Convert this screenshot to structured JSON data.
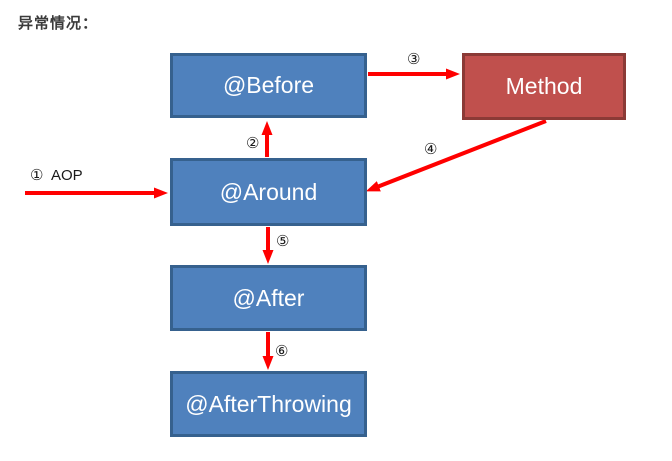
{
  "title": "异常情况：",
  "colors": {
    "node_blue_fill": "#4f81bd",
    "node_blue_border": "#36618e",
    "node_red_fill": "#c0504d",
    "node_red_border": "#8b3a36",
    "arrow": "#ff0000"
  },
  "diagram": {
    "nodes": [
      {
        "id": "before",
        "label": "@Before",
        "type": "blue"
      },
      {
        "id": "method",
        "label": "Method",
        "type": "red"
      },
      {
        "id": "around",
        "label": "@Around",
        "type": "blue"
      },
      {
        "id": "after",
        "label": "@After",
        "type": "blue"
      },
      {
        "id": "afterthrowing",
        "label": "@AfterThrowing",
        "type": "blue"
      }
    ],
    "edges": [
      {
        "label": "①  AOP",
        "from": "AOP-entry",
        "to": "around"
      },
      {
        "label": "②",
        "from": "around",
        "to": "before"
      },
      {
        "label": "③",
        "from": "before",
        "to": "method"
      },
      {
        "label": "④",
        "from": "method",
        "to": "around"
      },
      {
        "label": "⑤",
        "from": "around",
        "to": "after"
      },
      {
        "label": "⑥",
        "from": "after",
        "to": "afterthrowing"
      }
    ]
  }
}
